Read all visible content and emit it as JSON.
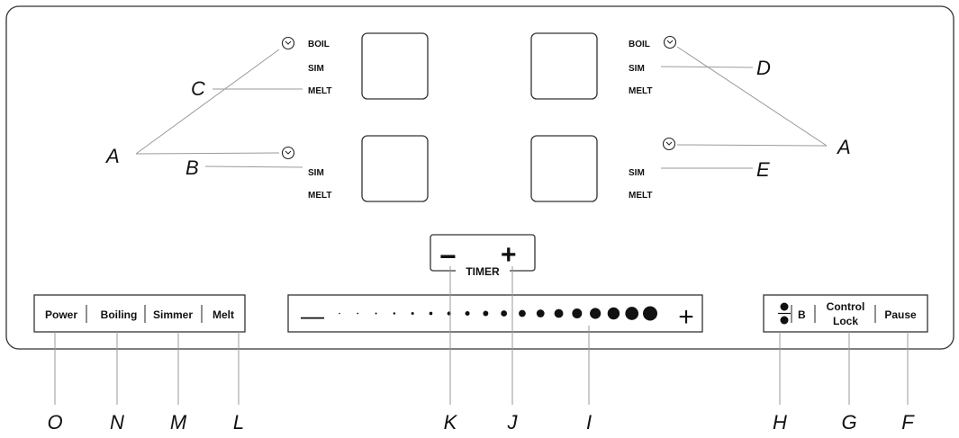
{
  "zones": {
    "top_left": {
      "boil": "BOIL",
      "sim": "SIM",
      "melt": "MELT"
    },
    "bottom_left": {
      "sim": "SIM",
      "melt": "MELT"
    },
    "top_right": {
      "boil": "BOIL",
      "sim": "SIM",
      "melt": "MELT"
    },
    "bottom_right": {
      "sim": "SIM",
      "melt": "MELT"
    }
  },
  "timer": {
    "minus": "−",
    "plus": "+",
    "label": "TIMER"
  },
  "left_panel": {
    "power": "Power",
    "boiling": "Boiling",
    "simmer": "Simmer",
    "melt": "Melt"
  },
  "slider": {
    "minus": "—",
    "plus": "+",
    "dot_count": 18
  },
  "right_panel": {
    "zone_select": "B",
    "control_lock_line1": "Control",
    "control_lock_line2": "Lock",
    "pause": "Pause"
  },
  "callouts": {
    "A_left": "A",
    "B": "B",
    "C": "C",
    "D": "D",
    "A_right": "A",
    "E": "E",
    "O": "O",
    "N": "N",
    "M": "M",
    "L": "L",
    "K": "K",
    "J": "J",
    "I": "I",
    "H": "H",
    "G": "G",
    "F": "F"
  }
}
